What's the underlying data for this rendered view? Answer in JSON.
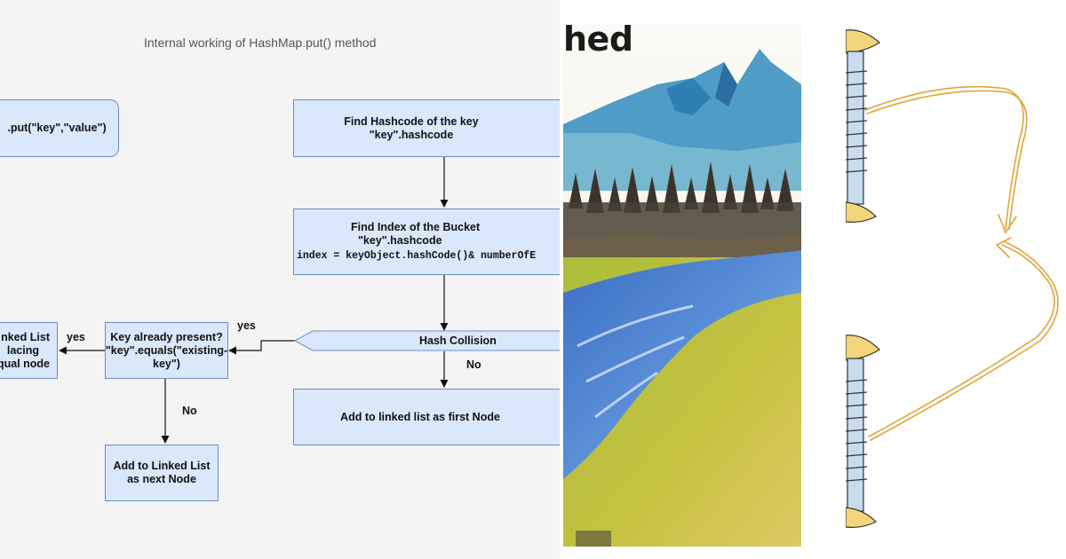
{
  "flowchart": {
    "title": "Internal working of HashMap.put() method",
    "start": ".put(\"key\",\"value\")",
    "find_hashcode": [
      "Find Hashcode of the key",
      "\"key\".hashcode"
    ],
    "find_index": [
      "Find Index of the Bucket",
      "\"key\".hashcode",
      "index = keyObject.hashCode()& numberOfE"
    ],
    "hash_collision": "Hash Collision",
    "add_first": "Add to linked list as first Node",
    "key_present": [
      "Key already present?",
      "\"key\".equals(\"existing-",
      "key\")"
    ],
    "replace_node": [
      "nked List",
      "lacing",
      "qual node"
    ],
    "add_next": [
      "Add to Linked List",
      "as next Node"
    ],
    "labels": {
      "yes_collision": "yes",
      "yes_present": "yes",
      "no_collision": "No",
      "no_present": "No"
    }
  },
  "painting": {
    "caption": "hed"
  },
  "colors": {
    "node_fill": "#dae8fc",
    "node_border": "#6c8ebf",
    "canvas": "#f4f4f4",
    "sketch_stroke": "#e0a638"
  },
  "icons": [
    "flowchart-arrow",
    "watercolor-landscape",
    "hand-drawn-curved-arrow"
  ]
}
